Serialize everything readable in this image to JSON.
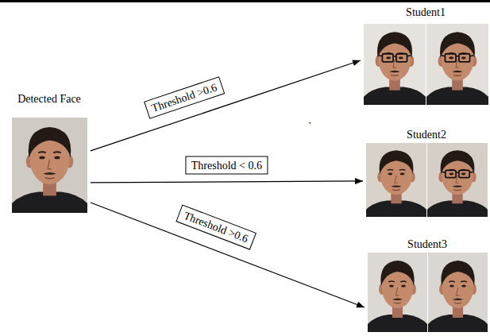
{
  "diagram": {
    "nodes": [
      {
        "text": [
          "Detected Face"
        ]
      },
      {
        "text": [
          "Student1"
        ]
      },
      {
        "text": [
          "Student2"
        ]
      },
      {
        "text": [
          "Student3"
        ]
      }
    ],
    "edges": [
      {
        "from": 0,
        "to": 1,
        "arrow": "to",
        "label": "Threshold >0.6"
      },
      {
        "from": 0,
        "to": 2,
        "arrow": "to",
        "label": "Threshold < 0.6"
      },
      {
        "from": 0,
        "to": 3,
        "arrow": "to",
        "label": "Threshold >0.6"
      }
    ],
    "labels": [
      "`"
    ]
  }
}
